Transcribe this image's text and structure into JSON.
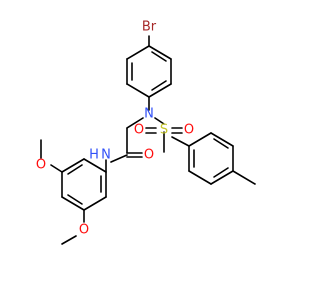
{
  "molecule": {
    "atoms": {
      "br": "Br",
      "n_sulfonamide": "N",
      "s": "S",
      "o_sulfonyl_left": "O",
      "o_sulfonyl_right": "O",
      "o_carbonyl": "O",
      "n_amide": "N",
      "h_amide": "H",
      "o_methoxy_upper": "O",
      "o_methoxy_lower": "O"
    },
    "colors": {
      "carbon": "#000000",
      "bromine": "#a62929",
      "nitrogen": "#3050f8",
      "oxygen": "#ff0d0d",
      "sulfur": "#c6c62c"
    }
  }
}
